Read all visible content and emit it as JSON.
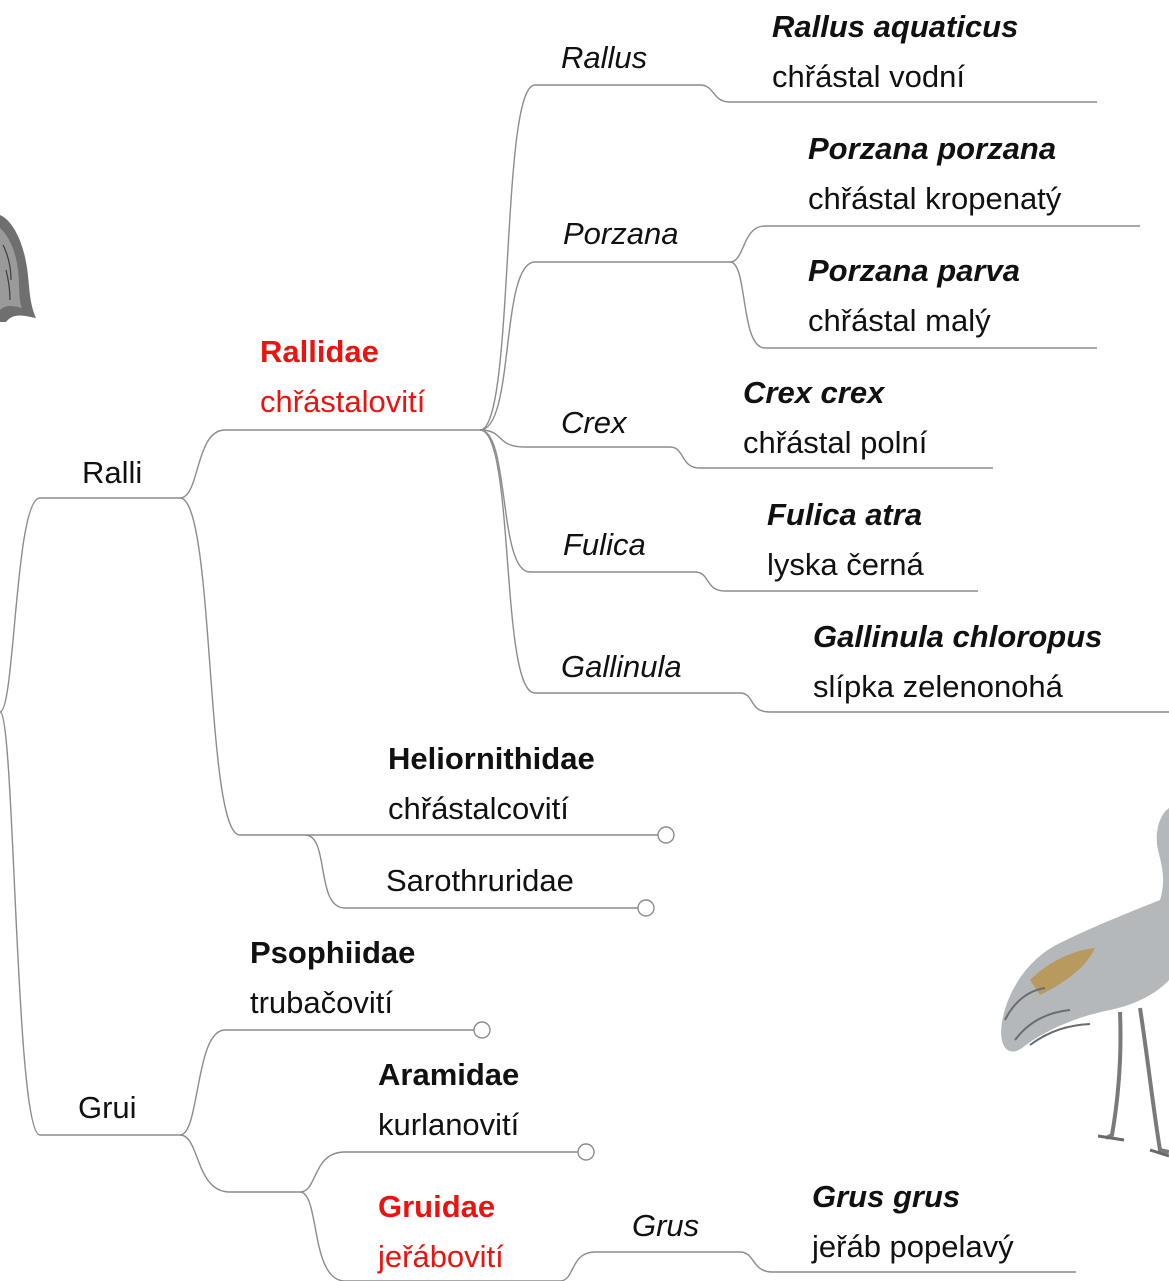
{
  "nodes": {
    "ralli": "Ralli",
    "grui": "Grui",
    "rallidae": {
      "latin": "Rallidae",
      "czech": "chřástalovití"
    },
    "heliornithidae": {
      "latin": "Heliornithidae",
      "czech": "chřástalcovití"
    },
    "sarothruridae": "Sarothruridae",
    "psophiidae": {
      "latin": "Psophiidae",
      "czech": "trubačovití"
    },
    "aramidae": {
      "latin": "Aramidae",
      "czech": "kurlanovití"
    },
    "gruidae": {
      "latin": "Gruidae",
      "czech": "jeřábovití"
    },
    "genera": {
      "rallus": "Rallus",
      "porzana": "Porzana",
      "crex": "Crex",
      "fulica": "Fulica",
      "gallinula": "Gallinula",
      "grus": "Grus"
    },
    "species": {
      "rallus_aquaticus": {
        "latin": "Rallus aquaticus",
        "czech": "chřástal vodní"
      },
      "porzana_porzana": {
        "latin": "Porzana porzana",
        "czech": "chřástal kropenatý"
      },
      "porzana_parva": {
        "latin": "Porzana parva",
        "czech": "chřástal malý"
      },
      "crex_crex": {
        "latin": "Crex crex",
        "czech": "chřástal polní"
      },
      "fulica_atra": {
        "latin": "Fulica atra",
        "czech": "lyska černá"
      },
      "gallinula_chloropus": {
        "latin": "Gallinula chloropus",
        "czech": "slípka zelenonohá"
      },
      "grus_grus": {
        "latin": "Grus grus",
        "czech": "jeřáb popelavý"
      }
    }
  },
  "colors": {
    "highlight": "#e8140f",
    "text": "#111111",
    "edge": "#8c8c8c"
  },
  "illustrations": [
    "rail-bird-illustration",
    "crane-bird-illustration"
  ]
}
